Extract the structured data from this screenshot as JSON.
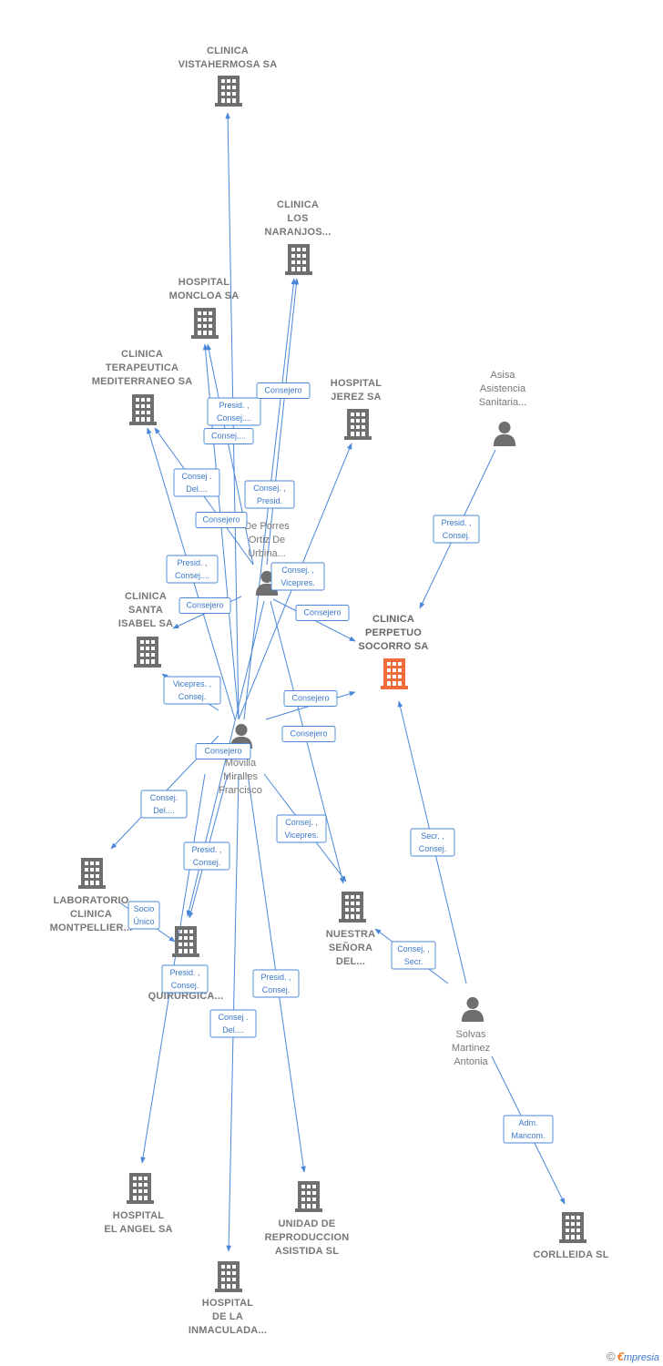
{
  "colors": {
    "edge": "#4a87d8",
    "node": "#6f6f6f",
    "focus": "#f26b3a",
    "label": "#777777"
  },
  "nodes": [
    {
      "id": "vistahermosa",
      "kind": "company",
      "lines": [
        "CLINICA",
        "VISTAHERMOSA SA"
      ],
      "icon": "building-icon"
    },
    {
      "id": "naranjos",
      "kind": "company",
      "lines": [
        "CLINICA",
        "LOS",
        "NARANJOS..."
      ],
      "icon": "building-icon"
    },
    {
      "id": "moncloa",
      "kind": "company",
      "lines": [
        "HOSPITAL",
        "MONCLOA SA"
      ],
      "icon": "building-icon"
    },
    {
      "id": "terapeutica",
      "kind": "company",
      "lines": [
        "CLINICA",
        "TERAPEUTICA",
        "MEDITERRANEO SA"
      ],
      "icon": "building-icon"
    },
    {
      "id": "jerez",
      "kind": "company",
      "lines": [
        "HOSPITAL",
        "JEREZ SA"
      ],
      "icon": "building-icon"
    },
    {
      "id": "asisa",
      "kind": "person",
      "lines": [
        "Asisa",
        "Asistencia",
        "Sanitaria..."
      ],
      "icon": "person-icon"
    },
    {
      "id": "porres",
      "kind": "person",
      "lines": [
        "De Porres",
        "Ortiz De",
        "Urbina..."
      ],
      "icon": "person-icon"
    },
    {
      "id": "santaisabel",
      "kind": "company",
      "lines": [
        "CLINICA",
        "SANTA",
        "ISABEL SA"
      ],
      "icon": "building-icon"
    },
    {
      "id": "perpetuo",
      "kind": "focus",
      "lines": [
        "CLINICA",
        "PERPETUO",
        "SOCORRO SA"
      ],
      "icon": "building-icon"
    },
    {
      "id": "movilla",
      "kind": "person",
      "lines": [
        "Movilla",
        "Miralles",
        "Francisco"
      ],
      "icon": "person-icon"
    },
    {
      "id": "montpellier",
      "kind": "company",
      "lines": [
        "LABORATORIO",
        "CLINICA",
        "MONTPELLIER..."
      ],
      "icon": "building-icon"
    },
    {
      "id": "quirurgica",
      "kind": "company",
      "lines": [
        "QUIRURGICA..."
      ],
      "icon": "building-icon"
    },
    {
      "id": "nuestra",
      "kind": "company",
      "lines": [
        "NUESTRA",
        "SEÑORA",
        "DEL..."
      ],
      "icon": "building-icon"
    },
    {
      "id": "solvas",
      "kind": "person",
      "lines": [
        "Solvas",
        "Martinez",
        "Antonia"
      ],
      "icon": "person-icon"
    },
    {
      "id": "elangel",
      "kind": "company",
      "lines": [
        "HOSPITAL",
        "EL ANGEL SA"
      ],
      "icon": "building-icon"
    },
    {
      "id": "unidad",
      "kind": "company",
      "lines": [
        "UNIDAD DE",
        "REPRODUCCION",
        "ASISTIDA SL"
      ],
      "icon": "building-icon"
    },
    {
      "id": "corlleida",
      "kind": "company",
      "lines": [
        "CORLLEIDA SL"
      ],
      "icon": "building-icon"
    },
    {
      "id": "inmaculada",
      "kind": "company",
      "lines": [
        "HOSPITAL",
        "DE LA",
        "INMACULADA..."
      ],
      "icon": "building-icon"
    }
  ],
  "edges": [
    {
      "id": "e1",
      "from": "movilla",
      "to": "vistahermosa",
      "lines": [
        "Presid. ,",
        "Consej...."
      ]
    },
    {
      "id": "e2",
      "from": "movilla",
      "to": "naranjos",
      "lines": [
        "Consejero"
      ]
    },
    {
      "id": "e3",
      "from": "porres",
      "to": "naranjos",
      "lines": [
        "Consej. ,",
        "Presid."
      ]
    },
    {
      "id": "e4",
      "from": "movilla",
      "to": "moncloa",
      "lines": [
        "Consej...."
      ]
    },
    {
      "id": "e5",
      "from": "porres",
      "to": "moncloa",
      "lines": [
        "Consejero"
      ]
    },
    {
      "id": "e6",
      "from": "porres",
      "to": "terapeutica",
      "lines": [
        "Consej .",
        "Del...."
      ]
    },
    {
      "id": "e7",
      "from": "movilla",
      "to": "terapeutica",
      "lines": [
        "Presid. ,",
        "Consej...."
      ]
    },
    {
      "id": "e8",
      "from": "movilla",
      "to": "jerez",
      "lines": [
        "Consej. ,",
        "Vicepres."
      ]
    },
    {
      "id": "e9",
      "from": "asisa",
      "to": "perpetuo",
      "lines": [
        "Presid. ,",
        "Consej."
      ]
    },
    {
      "id": "e10",
      "from": "porres",
      "to": "santaisabel",
      "lines": [
        "Consejero"
      ]
    },
    {
      "id": "e11",
      "from": "porres",
      "to": "perpetuo",
      "lines": [
        "Consejero"
      ]
    },
    {
      "id": "e12",
      "from": "movilla",
      "to": "santaisabel",
      "lines": [
        "Vicepres. ,",
        "Consej."
      ]
    },
    {
      "id": "e13",
      "from": "movilla",
      "to": "perpetuo",
      "lines": [
        "Consejero"
      ]
    },
    {
      "id": "e14",
      "from": "porres",
      "to": "nuestra",
      "lines": [
        "Consejero"
      ]
    },
    {
      "id": "e15",
      "from": "porres",
      "to": "quirurgica",
      "lines": [
        "Consejero"
      ]
    },
    {
      "id": "e16",
      "from": "movilla",
      "to": "montpellier",
      "lines": [
        "Consej.",
        "Del...."
      ]
    },
    {
      "id": "e17",
      "from": "movilla",
      "to": "nuestra",
      "lines": [
        "Consej. ,",
        "Vicepres."
      ]
    },
    {
      "id": "e18",
      "from": "movilla",
      "to": "quirurgica",
      "lines": [
        "Presid. ,",
        "Consej."
      ]
    },
    {
      "id": "e19",
      "from": "solvas",
      "to": "perpetuo",
      "lines": [
        "Secr. ,",
        "Consej."
      ]
    },
    {
      "id": "e20",
      "from": "solvas",
      "to": "nuestra",
      "lines": [
        "Consej. ,",
        "Secr."
      ]
    },
    {
      "id": "e21",
      "from": "montpellier",
      "to": "quirurgica",
      "lines": [
        "Socio",
        "Único"
      ]
    },
    {
      "id": "e22",
      "from": "movilla",
      "to": "elangel",
      "lines": [
        "Presid. ,",
        "Consej."
      ]
    },
    {
      "id": "e23",
      "from": "movilla",
      "to": "unidad",
      "lines": [
        "Presid. ,",
        "Consej."
      ]
    },
    {
      "id": "e24",
      "from": "movilla",
      "to": "inmaculada",
      "lines": [
        "Consej .",
        "Del...."
      ]
    },
    {
      "id": "e25",
      "from": "solvas",
      "to": "corlleida",
      "lines": [
        "Adm.",
        "Mancom."
      ]
    }
  ],
  "brand": {
    "copyright": "©",
    "first_letter": "€",
    "rest": "mpresia"
  }
}
